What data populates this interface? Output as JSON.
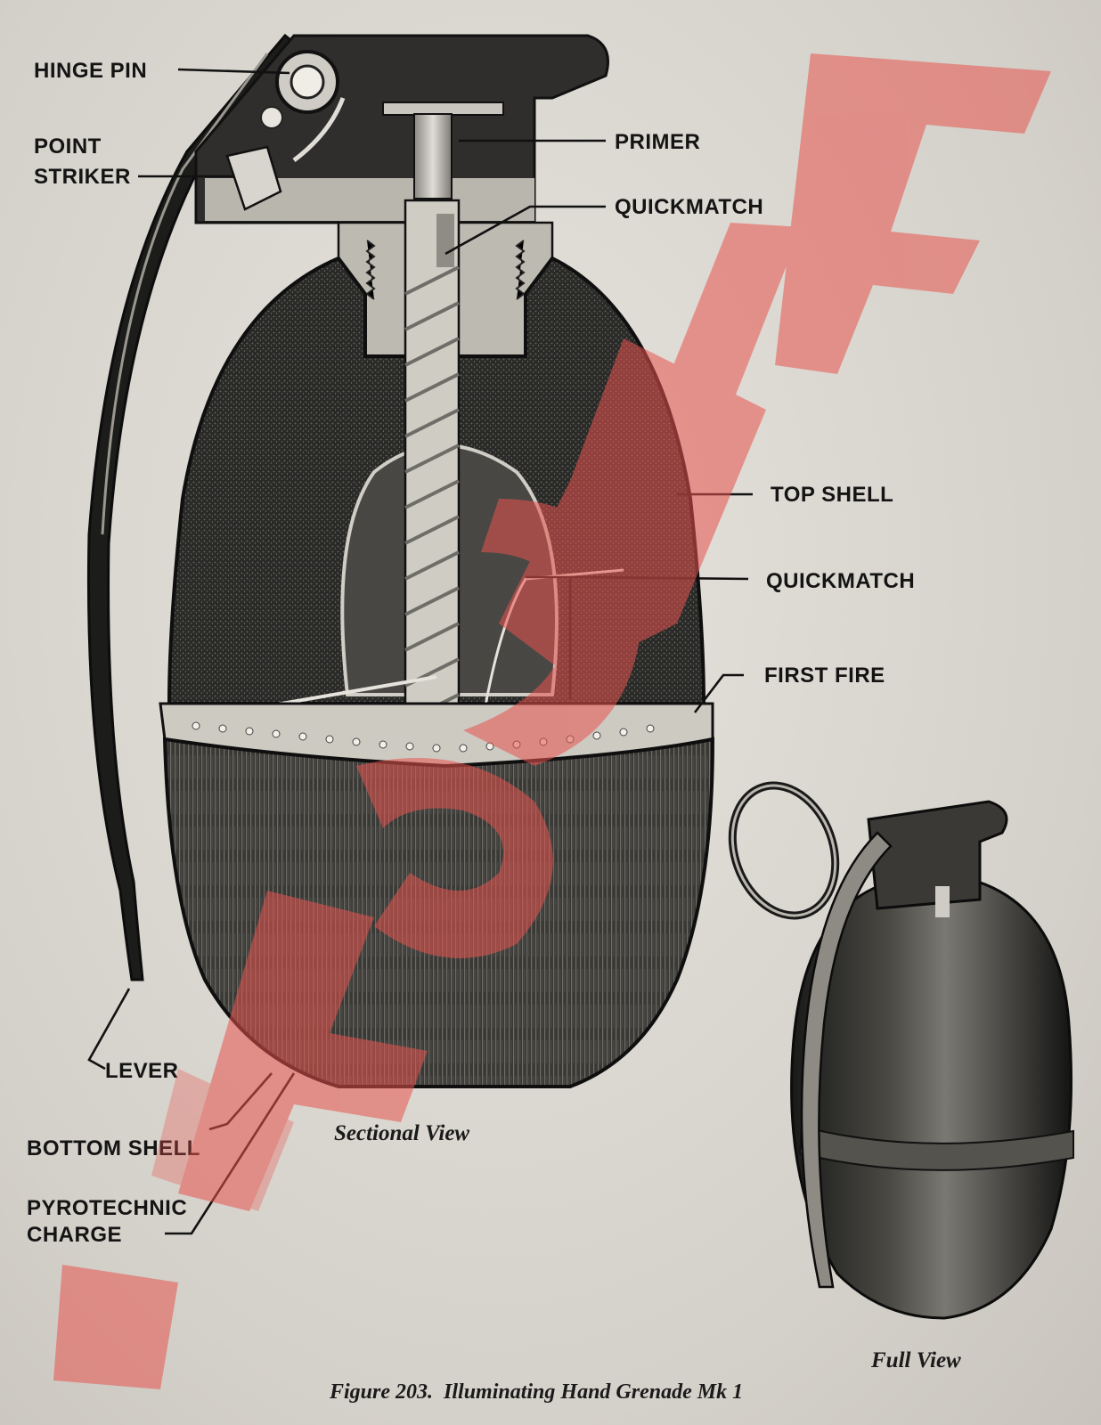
{
  "labels": {
    "hinge_pin": "HINGE PIN",
    "point": "POINT",
    "striker": "STRIKER",
    "primer": "PRIMER",
    "quickmatch_top": "QUICKMATCH",
    "top_shell": "TOP SHELL",
    "quickmatch_mid": "QUICKMATCH",
    "first_fire": "FIRST FIRE",
    "lever": "LEVER",
    "bottom_shell": "BOTTOM SHELL",
    "pyrotechnic": "PYROTECHNIC",
    "charge": "CHARGE"
  },
  "captions": {
    "sectional_view": "Sectional View",
    "full_view": "Full View",
    "figure": "Figure 203.  Illuminating Hand Grenade Mk 1"
  },
  "watermark": {
    "color": "#e8534f"
  }
}
